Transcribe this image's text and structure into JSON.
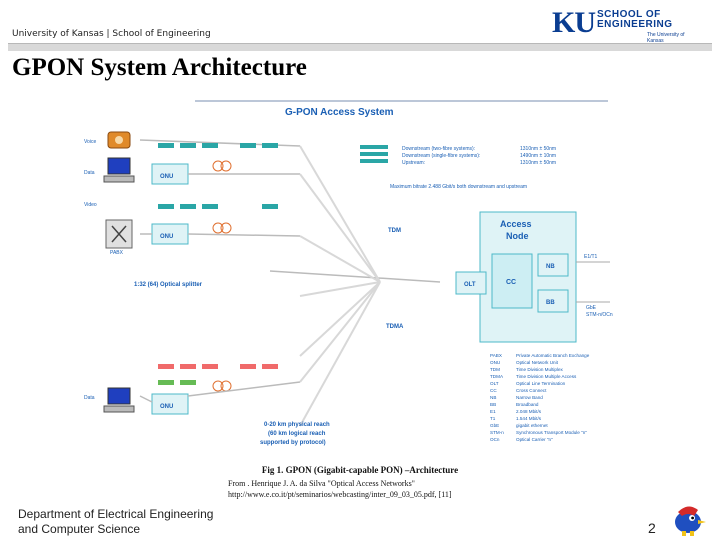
{
  "header": {
    "breadcrumb": "University of Kansas | School of Engineering",
    "logo_mark": "KU",
    "logo_line1": "SCHOOL OF",
    "logo_line2": "ENGINEERING",
    "logo_line3": "The University of Kansas"
  },
  "slide": {
    "title": "GPON System Architecture",
    "caption": "Fig 1. GPON (Gigabit-capable PON) –Architecture",
    "source_line1": "From . Henrique J. A. da Silva \"Optical Access Networks\"",
    "source_line2": "http://www.e.co.it/pt/seminarios/webcasting/inter_09_03_05.pdf, [11]",
    "footer_line1": "Department of Electrical Engineering",
    "footer_line2": "and Computer Science",
    "page_number": "2"
  },
  "diagram": {
    "title": "G-PON Access System",
    "clients": [
      "Voice",
      "Data",
      "Video",
      "PABX",
      "Data"
    ],
    "onu_label": "ONU",
    "splitter_label": "1:32 (64) Optical splitter",
    "reach_label_1": "0-20 km physical reach",
    "reach_label_2": "(60 km logical reach",
    "reach_label_3": "supported by protocol)",
    "tdm_label": "TDM",
    "tdma_label": "TDMA",
    "access_node_1": "Access",
    "access_node_2": "Node",
    "olt_label": "OLT",
    "cc_label": "CC",
    "nb_label": "NB",
    "bb_label": "BB",
    "e1t1_label": "E1/T1",
    "gbe_label_1": "GbE",
    "gbe_label_2": "STM-n/OCn",
    "wavelength_names": [
      "Downstream (two-fibre systems):",
      "Downstream (single-fibre systems):",
      "Upstream:"
    ],
    "wavelength_values": [
      "1310nm ± 50nm",
      "1490nm ± 10nm",
      "1310nm ± 50nm"
    ],
    "bitrate": "Maximum bitrate 2.488 Gbit/s both downstream and upstream",
    "legend_abbr": [
      "PABX",
      "ONU",
      "TDM",
      "TDMA",
      "OLT",
      "CC",
      "NB",
      "BB",
      "E1",
      "T1",
      "GbE",
      "STM-n",
      "OCn"
    ],
    "legend_desc": [
      "Private Automatic Branch Exchange",
      "Optical Network Unit",
      "Time Division Multiplex",
      "Time Division Multiple Access",
      "Optical Line Termination",
      "Cross Connect",
      "Narrow Band",
      "Broadband",
      "2.048 Mbit/s",
      "1.544 Mbit/s",
      "gigabit ethernet",
      "Synchronous Transport Module \"n\"",
      "Optical Carrier \"n\""
    ],
    "colors": {
      "node_fill": "#dff3f6",
      "node_stroke": "#4db8c8",
      "label_blue": "#1a5fb4",
      "teal": "#2aa6a6",
      "green": "#66bb55"
    }
  }
}
